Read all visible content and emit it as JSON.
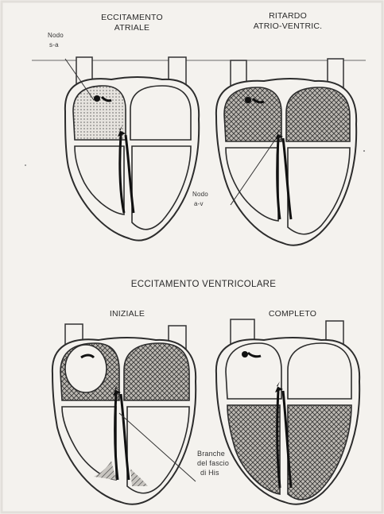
{
  "diagram": {
    "top_left_title_line1": "ECCITAMENTO",
    "top_left_title_line2": "ATRIALE",
    "top_right_title_line1": "RITARDO",
    "top_right_title_line2": "ATRIO-VENTRIC.",
    "label_nodo_sa_line1": "Nodo",
    "label_nodo_sa_line2": "s-a",
    "label_nodo_av_line1": "Nodo",
    "label_nodo_av_line2": "a-v",
    "section_title": "ECCITAMENTO VENTRICOLARE",
    "bottom_left_title": "INIZIALE",
    "bottom_right_title": "COMPLETO",
    "label_branche_line1": "Branche",
    "label_branche_line2": "del fascio",
    "label_branche_line3": "di His"
  }
}
